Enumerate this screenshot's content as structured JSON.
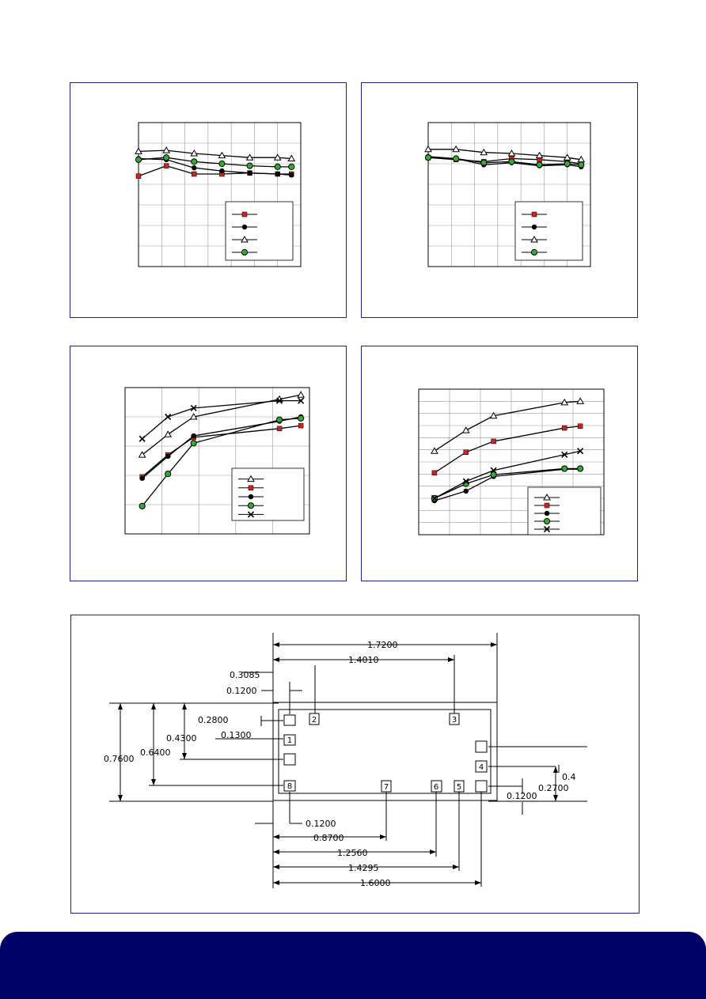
{
  "colors": {
    "border": "#1a237e",
    "footer": "#000066",
    "red": "#cc2222",
    "green": "#33aa33",
    "grid": "#999999"
  },
  "chart_data": [
    {
      "type": "line",
      "x": [
        0,
        1.2,
        2.4,
        3.6,
        4.8,
        6,
        6.6
      ],
      "xlim": [
        0,
        7
      ],
      "ylim": [
        0,
        7
      ],
      "grid": true,
      "legend": "bottom-right",
      "series": [
        {
          "marker": "square-red",
          "values": [
            4.4,
            4.9,
            4.5,
            4.5,
            4.55,
            4.5,
            4.5
          ]
        },
        {
          "marker": "circle-black",
          "values": [
            5.25,
            5.2,
            4.8,
            4.65,
            4.55,
            4.5,
            4.45
          ]
        },
        {
          "marker": "triangle",
          "values": [
            5.6,
            5.65,
            5.5,
            5.4,
            5.3,
            5.3,
            5.25
          ]
        },
        {
          "marker": "circle-green",
          "values": [
            5.2,
            5.3,
            5.1,
            5.0,
            4.9,
            4.85,
            4.85
          ]
        }
      ]
    },
    {
      "type": "line",
      "x": [
        0,
        1.2,
        2.4,
        3.6,
        4.8,
        6,
        6.6
      ],
      "xlim": [
        0,
        7
      ],
      "ylim": [
        0,
        7
      ],
      "grid": true,
      "legend": "bottom-right",
      "series": [
        {
          "marker": "square-red",
          "values": [
            5.3,
            5.2,
            5.1,
            5.25,
            5.2,
            5.1,
            5.0
          ]
        },
        {
          "marker": "circle-black",
          "values": [
            5.35,
            5.25,
            4.95,
            5.05,
            4.9,
            4.95,
            4.85
          ]
        },
        {
          "marker": "triangle",
          "values": [
            5.7,
            5.7,
            5.55,
            5.5,
            5.4,
            5.3,
            5.2
          ]
        },
        {
          "marker": "circle-green",
          "values": [
            5.3,
            5.25,
            5.05,
            5.1,
            4.95,
            5.0,
            4.95
          ]
        }
      ]
    },
    {
      "type": "line",
      "x": [
        0,
        1.2,
        2.4,
        6.4,
        7.4
      ],
      "xlim": [
        -0.8,
        7.8
      ],
      "ylim": [
        0,
        5
      ],
      "grid": true,
      "legend": "bottom-right",
      "series": [
        {
          "marker": "triangle",
          "values": [
            2.7,
            3.4,
            4.0,
            4.6,
            4.75
          ]
        },
        {
          "marker": "square-red",
          "values": [
            1.95,
            2.7,
            3.3,
            3.6,
            3.7
          ]
        },
        {
          "marker": "circle-black",
          "values": [
            1.9,
            2.65,
            3.35,
            3.85,
            4.0
          ]
        },
        {
          "marker": "circle-green",
          "values": [
            0.95,
            2.05,
            3.1,
            3.9,
            3.95
          ]
        },
        {
          "marker": "cross",
          "values": [
            3.25,
            4.0,
            4.3,
            4.55,
            4.55
          ]
        }
      ]
    },
    {
      "type": "line",
      "x": [
        0,
        1.6,
        3,
        6.6,
        7.4
      ],
      "xlim": [
        -0.8,
        8.6
      ],
      "ylim": [
        0,
        12
      ],
      "grid": true,
      "legend": "bottom-right",
      "series": [
        {
          "marker": "triangle",
          "values": [
            6.9,
            8.6,
            9.8,
            10.9,
            11.0
          ]
        },
        {
          "marker": "square-red",
          "values": [
            5.1,
            6.8,
            7.7,
            8.8,
            8.95
          ]
        },
        {
          "marker": "circle-black",
          "values": [
            2.8,
            3.6,
            4.8,
            5.4,
            5.4
          ]
        },
        {
          "marker": "circle-green",
          "values": [
            3.0,
            4.2,
            4.95,
            5.45,
            5.45
          ]
        },
        {
          "marker": "cross",
          "values": [
            3.0,
            4.4,
            5.3,
            6.6,
            6.9
          ]
        }
      ]
    }
  ],
  "dimensions": {
    "top_labels": [
      "1.7200",
      "1.4010",
      "0.3085",
      "0.1200"
    ],
    "left_labels": [
      "0.2800",
      "0.1300",
      "0.4300",
      "0.6400",
      "0.7600"
    ],
    "right_labels": [
      "0.4",
      "0.2700",
      "0.1200"
    ],
    "bottom_labels": [
      "0.1200",
      "0.8700",
      "1.2560",
      "1.4295",
      "1.6000"
    ],
    "pins": [
      "2",
      "3",
      "1",
      "4",
      "8",
      "7",
      "6",
      "5"
    ]
  }
}
